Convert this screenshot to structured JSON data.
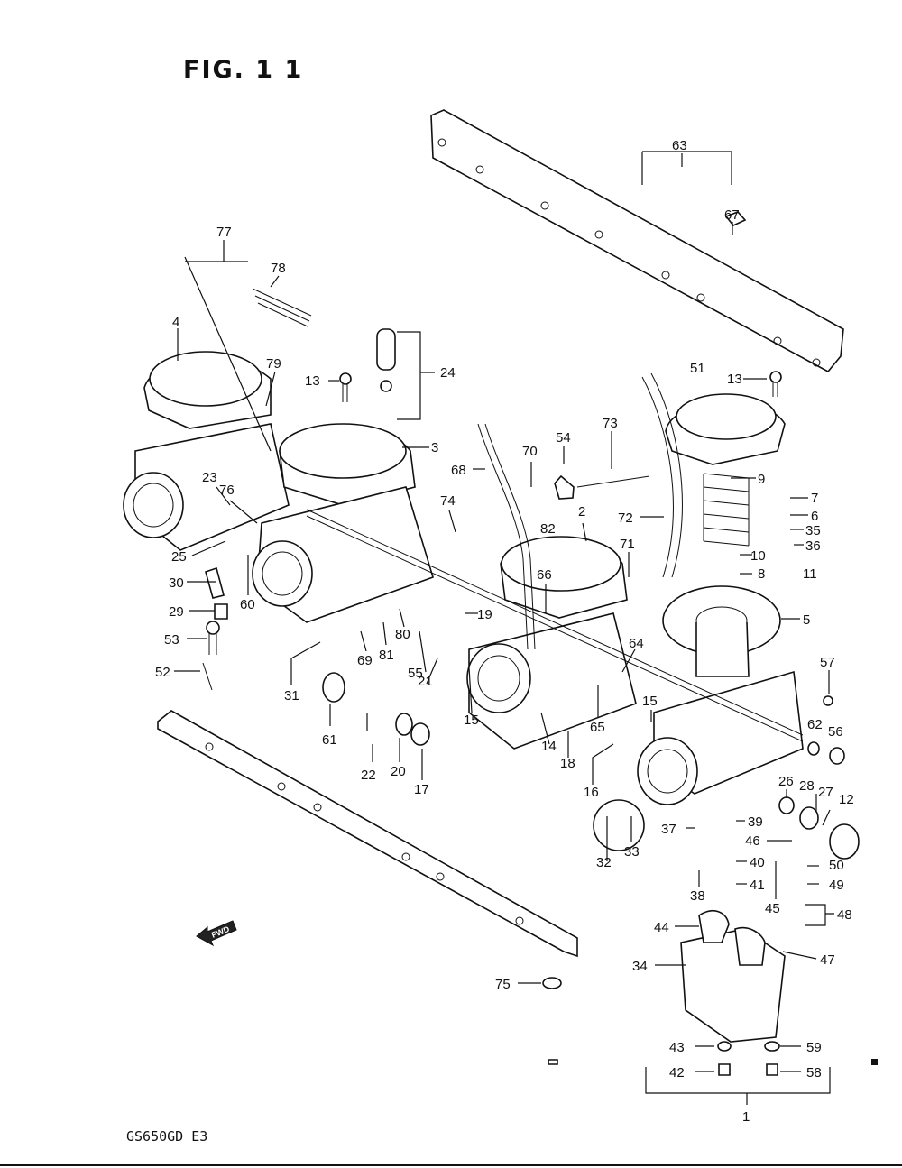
{
  "figure": {
    "title": "FIG. 1 1",
    "model_code": "GS650GD  E3",
    "fwd_label": "FWD"
  },
  "callouts": [
    "1",
    "2",
    "3",
    "4",
    "5",
    "6",
    "7",
    "8",
    "9",
    "10",
    "11",
    "12",
    "13",
    "13",
    "14",
    "15",
    "15",
    "16",
    "17",
    "18",
    "19",
    "20",
    "21",
    "22",
    "23",
    "24",
    "25",
    "26",
    "27",
    "28",
    "29",
    "30",
    "31",
    "32",
    "33",
    "34",
    "35",
    "36",
    "37",
    "38",
    "39",
    "40",
    "41",
    "42",
    "43",
    "44",
    "45",
    "46",
    "47",
    "48",
    "49",
    "50",
    "51",
    "52",
    "53",
    "54",
    "55",
    "56",
    "57",
    "58",
    "59",
    "60",
    "61",
    "62",
    "63",
    "64",
    "65",
    "66",
    "67",
    "68",
    "69",
    "70",
    "71",
    "72",
    "73",
    "74",
    "75",
    "76",
    "77",
    "78",
    "79",
    "80",
    "81",
    "82"
  ],
  "colors": {
    "ink": "#111111",
    "paper": "#ffffff"
  }
}
